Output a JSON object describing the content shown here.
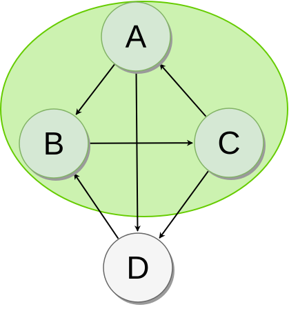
{
  "diagram": {
    "nodes": [
      {
        "id": "A",
        "label": "A",
        "group": "inside"
      },
      {
        "id": "B",
        "label": "B",
        "group": "inside"
      },
      {
        "id": "C",
        "label": "C",
        "group": "inside"
      },
      {
        "id": "D",
        "label": "D",
        "group": "outside"
      }
    ],
    "edges": [
      {
        "from": "A",
        "to": "B"
      },
      {
        "from": "A",
        "to": "D"
      },
      {
        "from": "C",
        "to": "A"
      },
      {
        "from": "B",
        "to": "C"
      },
      {
        "from": "C",
        "to": "D"
      },
      {
        "from": "D",
        "to": "B"
      }
    ],
    "colors": {
      "region_fill": "#ccf2b0",
      "region_stroke": "#66cc00",
      "inside_fill": "#d5e8d4",
      "inside_stroke": "#82b366",
      "outside_fill": "#f5f5f5",
      "outside_stroke": "#666666",
      "shadow": "#9a9a9a",
      "edge": "#000000"
    }
  }
}
